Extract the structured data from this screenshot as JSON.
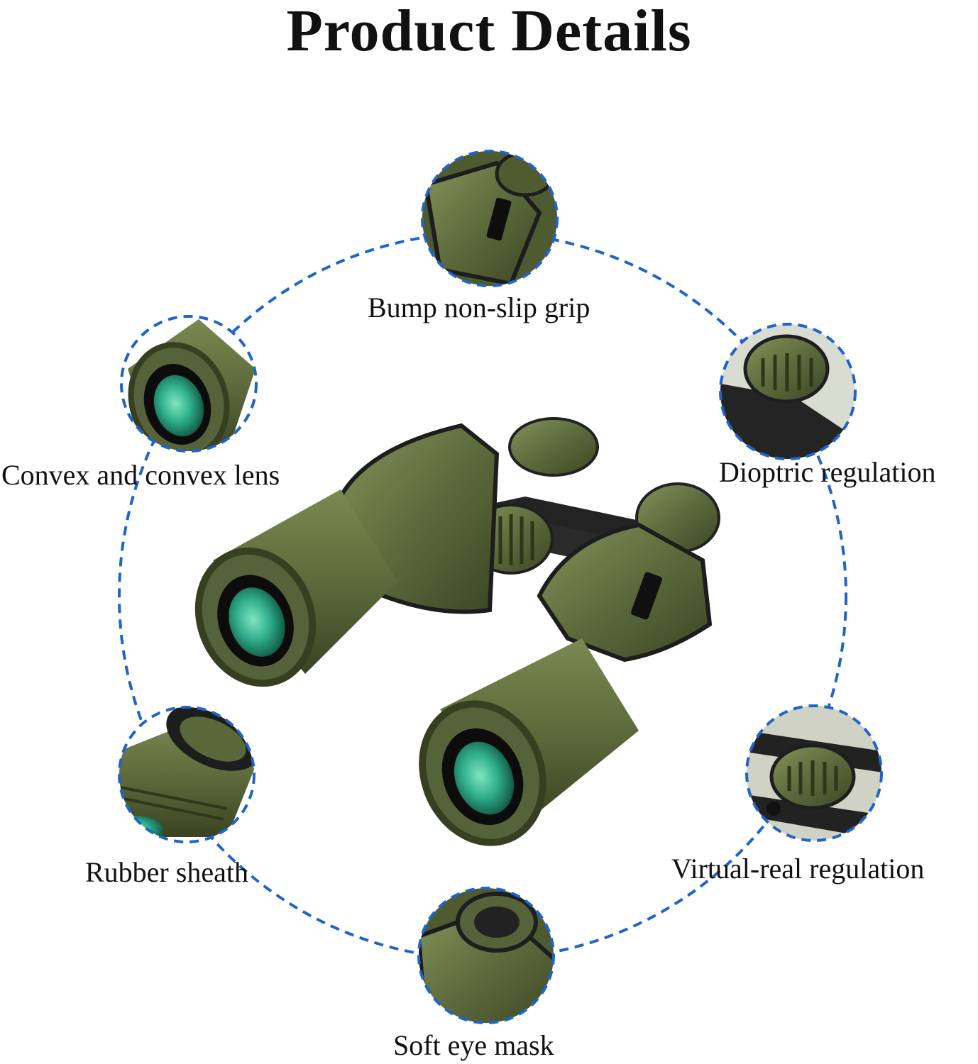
{
  "title": "Product Details",
  "colors": {
    "ring_dash": "#1f64c8",
    "body_green": "#5d6a3c",
    "body_green_dark": "#3c4624",
    "body_green_light": "#7c8a52",
    "trim_black": "#1c1c1c",
    "lens_glass": "#2fae8a"
  },
  "features": [
    {
      "id": "grip",
      "label": "Bump non-slip grip",
      "icon": "grip-closeup"
    },
    {
      "id": "lens",
      "label": "Convex and convex lens",
      "icon": "lens-closeup"
    },
    {
      "id": "diopter",
      "label": "Dioptric regulation",
      "icon": "diopter-closeup"
    },
    {
      "id": "sheath",
      "label": "Rubber sheath",
      "icon": "sheath-closeup"
    },
    {
      "id": "virtual",
      "label": "Virtual-real regulation",
      "icon": "focus-wheel-closeup"
    },
    {
      "id": "mask",
      "label": "Soft eye mask",
      "icon": "eyecup-closeup"
    }
  ]
}
